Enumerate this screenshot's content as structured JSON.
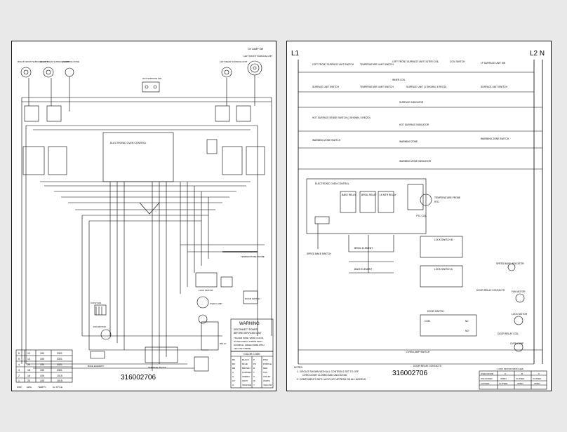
{
  "left_sheet": {
    "part_number": "316002706",
    "top_label": "OV LAMP SW",
    "elements_top": [
      "RIGHT FRONT SURFACE UNIT",
      "RIGHT REAR SURFACE UNIT",
      "WARMING ZONE",
      "LEFT REAR SURFACE UNIT",
      "LEFT FRONT SURFACE UNIT"
    ],
    "hot_surface_indicator": "HOT SURFACE IND",
    "evc_label": "ELECTRONIC OVEN CONTROL",
    "temperature_probe": "TEMPERATURE PROBE",
    "lock_motor": "LOCK MOTOR",
    "oven_lamp": "OVEN LAMP",
    "door_switch": "DOOR SWITCH",
    "conv_fan": "CONV FAN",
    "fan_motor": "FAN MOTOR",
    "bake_element": "BAKE ELEMENT",
    "relay": "RELAY",
    "terminal_block": "TERMINAL BLOCK",
    "warning": {
      "title": "WARNING",
      "line1": "DISCONNECT POWER",
      "line2": "BEFORE SERVICING UNIT",
      "note1": "TRACER WIRE: WIRE COLOR",
      "note2": "NOTED FIRST, STRIPE NEXT.",
      "note3": "EXAMPLE: GREEN WIRE WITH",
      "note4": "YELLOW STRIPE."
    },
    "color_code": {
      "title": "COLOR CODE",
      "rows": [
        [
          "BK",
          "BLACK",
          "P",
          "PINK"
        ],
        [
          "BU",
          "BLUE",
          "PU",
          "PURPLE"
        ],
        [
          "BR",
          "BROWN",
          "R",
          "RED"
        ],
        [
          "C",
          "COPPER",
          "T",
          "TAN"
        ],
        [
          "G",
          "GREEN",
          "V",
          "VIOLET"
        ],
        [
          "GY",
          "GRAY",
          "W",
          "WHITE"
        ],
        [
          "O",
          "ORANGE",
          "Y",
          "YELLOW"
        ]
      ]
    },
    "wire_table": {
      "headers": [
        "W/IR",
        "AWG",
        "TEMP°C",
        "UL STYLE"
      ],
      "rows": [
        [
          "6",
          "12",
          "150",
          "3321"
        ],
        [
          "5",
          "14",
          "150",
          "3321"
        ],
        [
          "4",
          "20",
          "150",
          "3321"
        ],
        [
          "3",
          "18",
          "150",
          "3321"
        ],
        [
          "2",
          "16",
          "105",
          "1015"
        ],
        [
          "1",
          "20",
          "105",
          "1015"
        ]
      ]
    }
  },
  "right_sheet": {
    "part_number": "316002706",
    "l1": "L1",
    "l2n": "L2  N",
    "labels": {
      "lf_switch": "LEFT FRONT SURFACE UNIT SWITCH",
      "temp_switch_1": "TEMPERATURE LIMIT SWITCH",
      "lf_unit": "LEFT FRONT SURFACE UNIT OUTER COIL",
      "inner_coil": "INNER COIL",
      "coil_switch": "COIL SWITCH",
      "lf_unit_sw": "LF SURFACE UNIT SW",
      "surface_switch": "SURFACE UNIT SWITCH",
      "temp_switch_2": "TEMPERATURE LIMIT SWITCH",
      "surface_unit": "SURFACE UNIT (1 SHOWN, 3 REQ'D)",
      "surface_unit_sw": "SURFACE UNIT SWITCH",
      "surface_indicator": "SURFACE INDICATOR",
      "hot_sense": "HOT SURFACE SENSE SWITCH (1 SHOWN, 5 REQ'D)",
      "hot_indicator": "HOT SURFACE INDICATOR",
      "warming_switch": "WARMING ZONE SWITCH",
      "warming_zone": "WARMING ZONE",
      "warming_switch_2": "WARMING ZONE SWITCH",
      "warming_indicator": "WARMING ZONE INDICATOR",
      "evc": "ELECTRONIC OVEN CONTROL",
      "bake_relay": "BAKE RELAY",
      "broil_relay": "BROIL RELAY",
      "lk_mtr_relay": "LK MTR RELAY",
      "temperature_probe": "TEMPERATURE PROBE",
      "rtd": "RTD",
      "ptc": "PTC COIL",
      "speed_bake_switch": "SPEED BAKE SWITCH",
      "broil_element": "BROIL ELEMENT",
      "bake_element": "BAKE ELEMENT",
      "lock_switch_b": "LOCK SWITCH B",
      "lock_switch_a": "LOCK SWITCH A",
      "speed_bake_ind": "SPEED BAKE INDICATOR",
      "door_relay_contacts": "DOOR RELAY CONTACTS",
      "fan_motor": "FAN MOTOR",
      "door_switch": "DOOR SWITCH",
      "lock_motor": "LOCK MOTOR",
      "door_relay_coil": "DOOR RELAY COIL",
      "oven_lamp": "OVEN LAMP",
      "oven_lamp_switch": "OVEN LAMP SWITCH",
      "door_relay_contacts_2": "DOOR RELAY CONTACTS",
      "com": "COM",
      "nc": "NC",
      "no": "NO"
    },
    "notes": {
      "title": "NOTES:",
      "n1": "1.  CIRCUIT SHOWN WITH ALL CONTROLS SET TO OFF.",
      "n1b": "OVEN DOOR CLOSED AND UNLOCKED.",
      "n2": "2.  COMPONENTS WITH  ※  DO NOT APPEAR ON ALL MODELS."
    },
    "lock_table": {
      "title": "LOCK MOTOR SWITCHES",
      "headers": [
        "OVEN DOOR",
        "A",
        "B",
        "C"
      ],
      "rows": [
        [
          "UNLOCKED",
          "OPEN",
          "CLOSED",
          "CLOSED"
        ],
        [
          "LOCKED",
          "CLOSED",
          "OPEN",
          "OPEN"
        ]
      ]
    }
  }
}
